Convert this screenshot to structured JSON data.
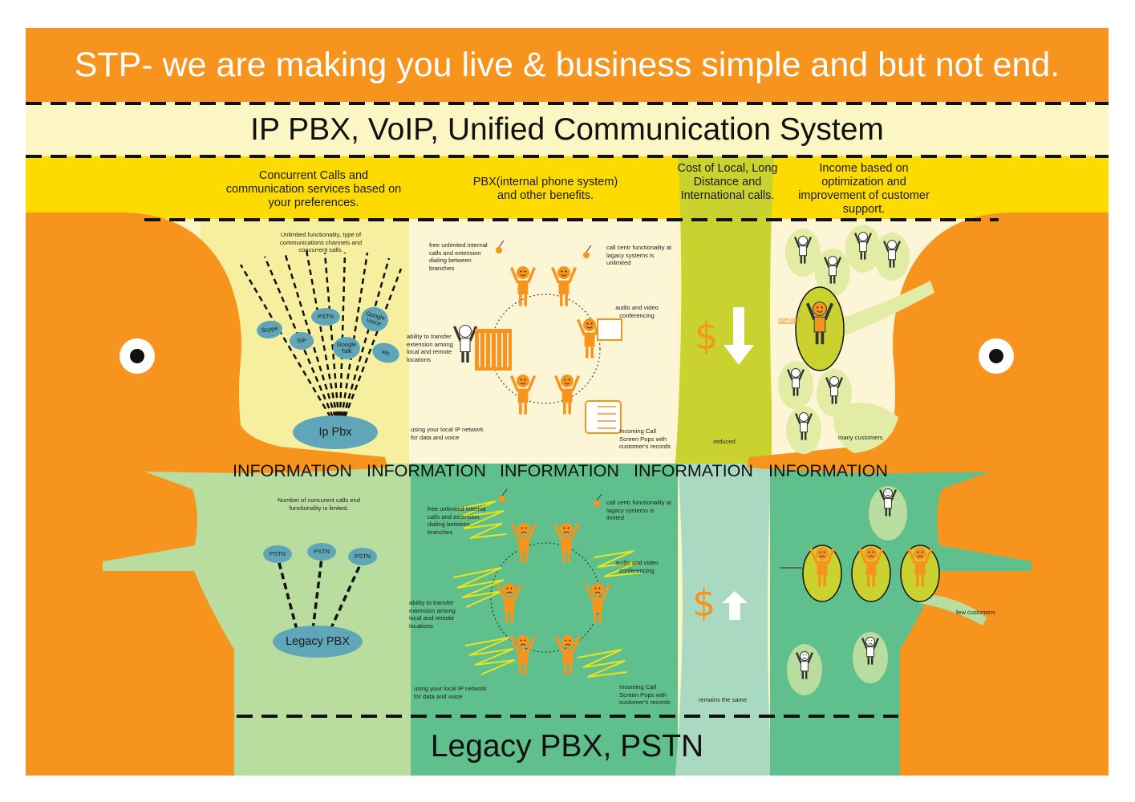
{
  "banner": {
    "title": "STP- we are making you live & business simple and but not end."
  },
  "top_section": {
    "title": "IP PBX, VoIP, Unified Communication System"
  },
  "bottom_section": {
    "title": "Legacy PBX, PSTN"
  },
  "columns": [
    {
      "heading": "Concurrent Calls and communication services based on your preferences."
    },
    {
      "heading": "PBX(internal phone system) and other benefits."
    },
    {
      "heading": "Cost of Local, Long Distance and International calls."
    },
    {
      "heading": "Income based on optimization and improvement of customer support."
    }
  ],
  "information_label": "INFORMATION",
  "ip_side": {
    "channels_note": "Unlimited functionality, type of communications channels and concurrent calls.",
    "channels": [
      "Scype",
      "SIP",
      "PSTN",
      "Google Talk",
      "Google Voice",
      "etc"
    ],
    "hub": "Ip Pbx",
    "pbx_labels": {
      "free_calls": "free unlimited internal calls and extension dialing between branches",
      "call_center": "call centr functionality at lagacy systems is unlimited",
      "conferencing": "audio and video conferencing",
      "transfer": "ability to transfer extension among local and remote locations",
      "local_network": "using your local IP network for data and voice",
      "screen_pops": "Incoming Call Screen Pops with customer's records"
    },
    "cost_note": "reduced",
    "operator": "operator",
    "customers": "many customers"
  },
  "legacy_side": {
    "channels_note": "Number of concurent calls end functionality is limited.",
    "channels": [
      "PSTN",
      "PSTN",
      "PSTN"
    ],
    "hub": "Legacy PBX",
    "pbx_labels": {
      "free_calls": "free unlimited internal calls and extension dialing between branches",
      "call_center": "call centr functionality at lagacy systems is limited",
      "conferencing": "audio and video conferencing",
      "transfer": "ability to transfer extension among local and remote locations",
      "local_network": "using your local IP network for data and voice",
      "screen_pops": "Incoming Call Screen Pops with customer's records"
    },
    "cost_note": "remains the same",
    "customers": "few customers"
  },
  "symbols": {
    "currency": "$",
    "arrow_down": "arrow-down-icon",
    "arrow_up": "arrow-up-icon"
  },
  "colors": {
    "orange": "#f7941d",
    "pale_yellow": "#fcf6c4",
    "yellow_band": "#fddb00",
    "olive": "#c9d22f",
    "light_green": "#b9dc9f",
    "teal_green": "#5fbf8d",
    "mint": "#a9d9c0",
    "bubble_blue": "#5fa7b8",
    "scribble": "#f1e616"
  }
}
